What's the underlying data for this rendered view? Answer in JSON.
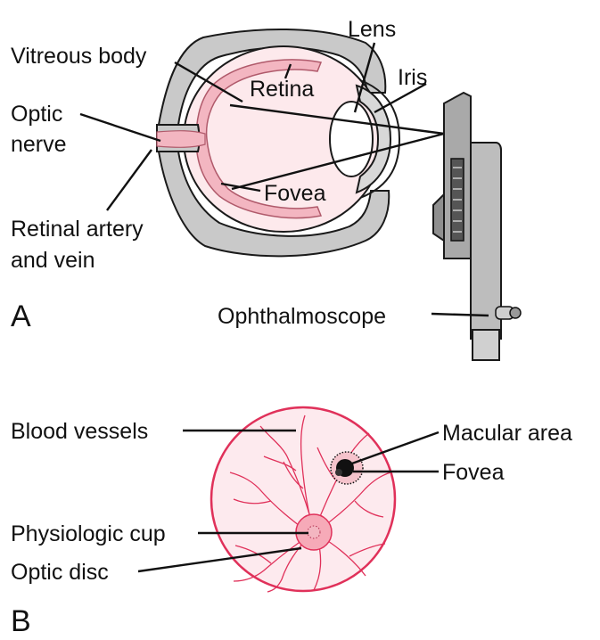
{
  "panel_a": {
    "letter": "A",
    "labels": {
      "lens": "Lens",
      "vitreous_body": "Vitreous body",
      "iris": "Iris",
      "retina": "Retina",
      "optic_nerve_1": "Optic",
      "optic_nerve_2": "nerve",
      "fovea": "Fovea",
      "retinal_artery_1": "Retinal artery",
      "retinal_artery_2": "and vein",
      "ophthalmoscope": "Ophthalmoscope"
    }
  },
  "panel_b": {
    "letter": "B",
    "labels": {
      "blood_vessels": "Blood vessels",
      "macular_area": "Macular area",
      "fovea": "Fovea",
      "physiologic_cup": "Physiologic cup",
      "optic_disc": "Optic disc"
    }
  },
  "colors": {
    "retina_pink": "#f3b6c1",
    "interior_pink": "#fde9ec",
    "sclera_gray": "#c9c9c9",
    "fundus_border": "#e0315a",
    "fundus_fill": "#fdeaee",
    "device_gray": "#a9a9a9"
  }
}
